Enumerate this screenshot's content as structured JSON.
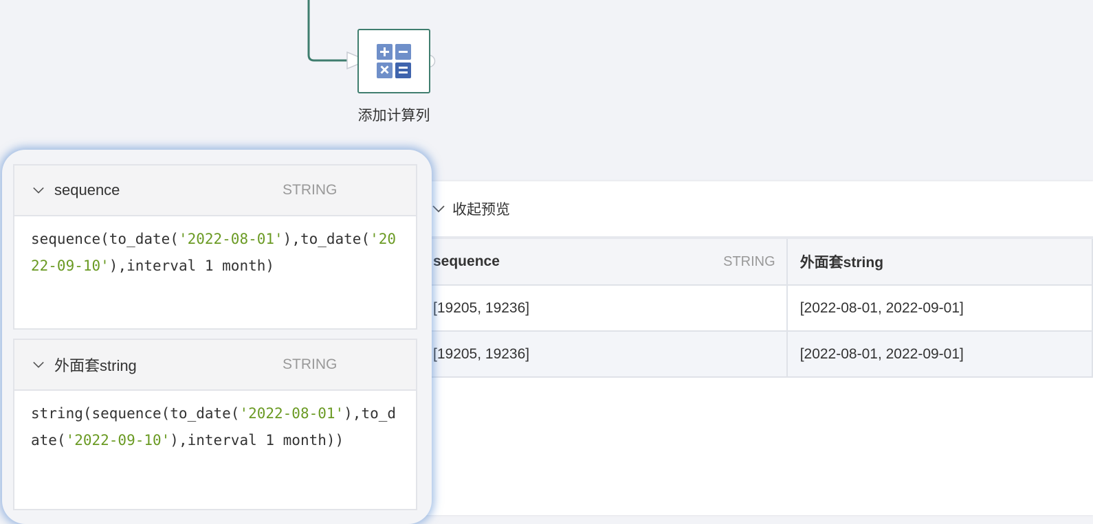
{
  "node": {
    "caption": "添加计算列",
    "icon": "calculator-icon"
  },
  "preview": {
    "collapse_label": "收起预览",
    "columns": [
      {
        "name": "sequence",
        "type": "STRING"
      },
      {
        "name": "外面套string",
        "type": ""
      }
    ],
    "rows": [
      [
        "[19205, 19236]",
        "[2022-08-01, 2022-09-01]"
      ],
      [
        "[19205, 19236]",
        "[2022-08-01, 2022-09-01]"
      ]
    ]
  },
  "fields": [
    {
      "name": "sequence",
      "type": "STRING",
      "code": {
        "p1": "sequence(to_date(",
        "s1": "'2022-08-01'",
        "p2": "),to_date(",
        "s2": "'2022-09-10'",
        "p3": "),interval 1 month)"
      }
    },
    {
      "name": "外面套string",
      "type": "STRING",
      "code": {
        "p1": "string(sequence(to_date(",
        "s1": "'2022-08-01'",
        "p2": "),to_date(",
        "s2": "'2022-09-10'",
        "p3": "),interval 1 month))"
      }
    }
  ],
  "colors": {
    "node_border": "#3f7d6e",
    "string_literal": "#6a9a23",
    "card_glow": "#5a8cd2",
    "icon_fill": "#6f8fc9"
  }
}
